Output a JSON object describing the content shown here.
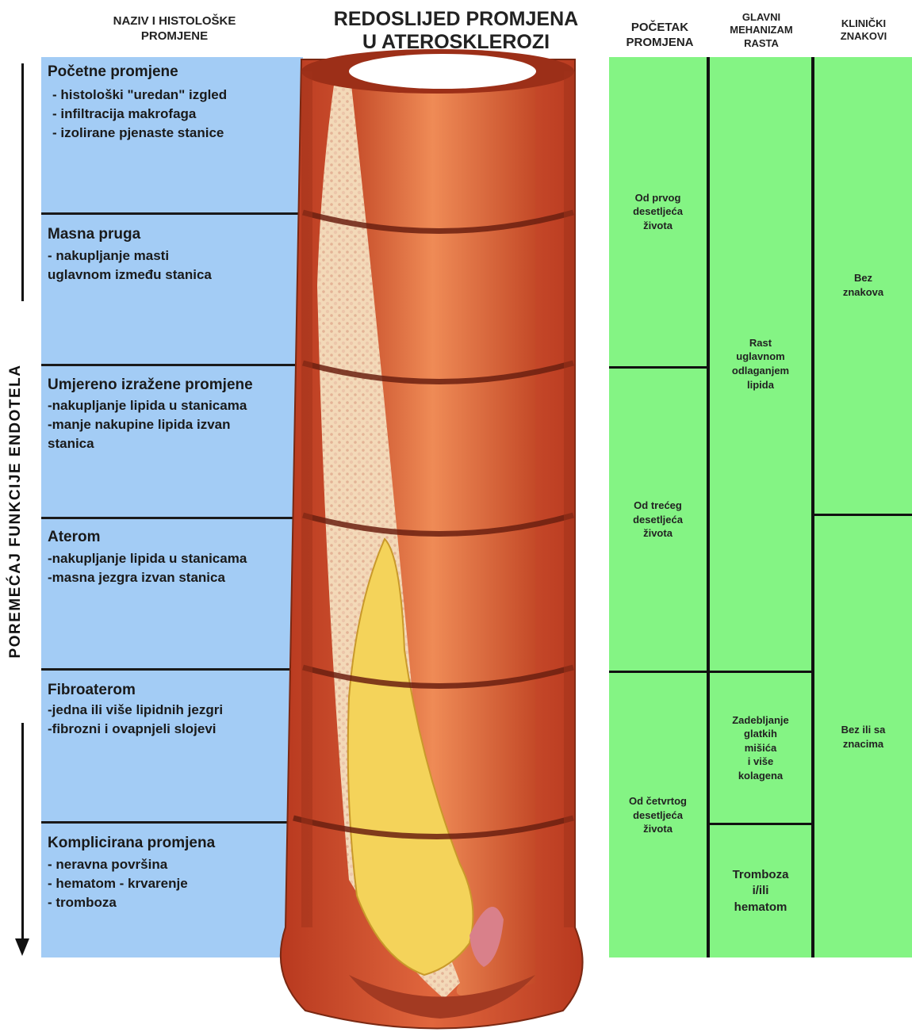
{
  "headers": {
    "col1": "NAZIV I HISTOLOŠKE\nPROMJENE",
    "col2": "REDOSLIJED PROMJENA\nU ATEROSKLEROZI",
    "col3": "POČETAK\nPROMJENA",
    "col4": "GLAVNI\nMEHANIZAM\nRASTA",
    "col5": "KLINIČKI\nZNAKOVI"
  },
  "side_label": "POREMEĆAJ FUNKCIJE ENDOTELA",
  "stages": [
    {
      "title": "Početne promjene",
      "lines": [
        "- histološki \"uredan\" izgled",
        "- infiltracija makrofaga",
        "- izolirane pjenaste stanice"
      ]
    },
    {
      "title": "Masna pruga",
      "lines": [
        "- nakupljanje masti",
        "uglavnom između stanica"
      ]
    },
    {
      "title": "Umjereno izražene promjene",
      "lines": [
        "-nakupljanje lipida u stanicama",
        "-manje nakupine lipida izvan",
        " stanica"
      ]
    },
    {
      "title": "Aterom",
      "lines": [
        "-nakupljanje lipida u stanicama",
        "-masna jezgra izvan stanica"
      ]
    },
    {
      "title": "Fibroaterom",
      "lines": [
        "-jedna ili više lipidnih jezgri",
        "-fibrozni i ovapnjeli slojevi"
      ]
    },
    {
      "title": "Komplicirana promjena",
      "lines": [
        "- neravna površina",
        "- hematom - krvarenje",
        "- tromboza"
      ]
    }
  ],
  "onset": [
    "Od prvog\ndesetljeća\nživota",
    "Od trećeg\ndesetljeća\nživota",
    "Od četvrtog\ndesetljeća\nživota"
  ],
  "mechanism": [
    "Rast\nuglavnom\nodlaganjem\nlipida",
    "Zadebljanje\nglatkih\nmišića\ni više\nkolagena",
    "Tromboza\ni/ili\nhematom"
  ],
  "clinical": [
    "Bez\nznakova",
    "Bez ili sa\nznacima"
  ],
  "colors": {
    "blue_panel": "#a3ccf5",
    "green_panel": "#84f484",
    "vessel_wall": "#d9573a",
    "lumen": "#e0693c",
    "plaque": "#f2cf5a",
    "intima": "#f5dfc0"
  }
}
